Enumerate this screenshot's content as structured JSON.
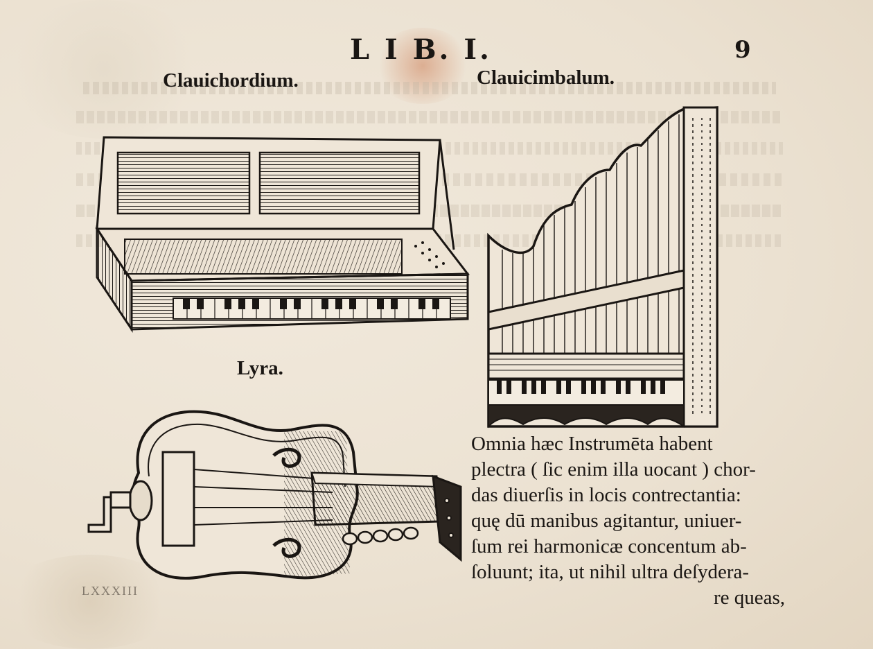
{
  "running_head": "L I B. I.",
  "folio": "9",
  "labels": {
    "clavichord": "Clauichordium.",
    "clavicymbal": "Clauicimbalum.",
    "lyra": "Lyra."
  },
  "body_lines": [
    "Omnia hæc Instrumēta habent",
    "plectra ( ſic enim illa uocant ) chor-",
    "das diuerſis in locis contrectantia:",
    "quę dū manibus agitantur, uniuer-",
    "ſum rei harmonicæ concentum ab-",
    "ſoluunt; ita, ut nihil ultra deſydera-",
    "re queas,"
  ],
  "signature_mark": "LXXXIII",
  "illustrations": [
    "clavichord-woodcut",
    "clavicymbal-woodcut",
    "hurdy-gurdy-woodcut"
  ],
  "colors": {
    "paper": "#ece3d4",
    "ink": "#1a1613",
    "stain": "#d8a88c"
  }
}
